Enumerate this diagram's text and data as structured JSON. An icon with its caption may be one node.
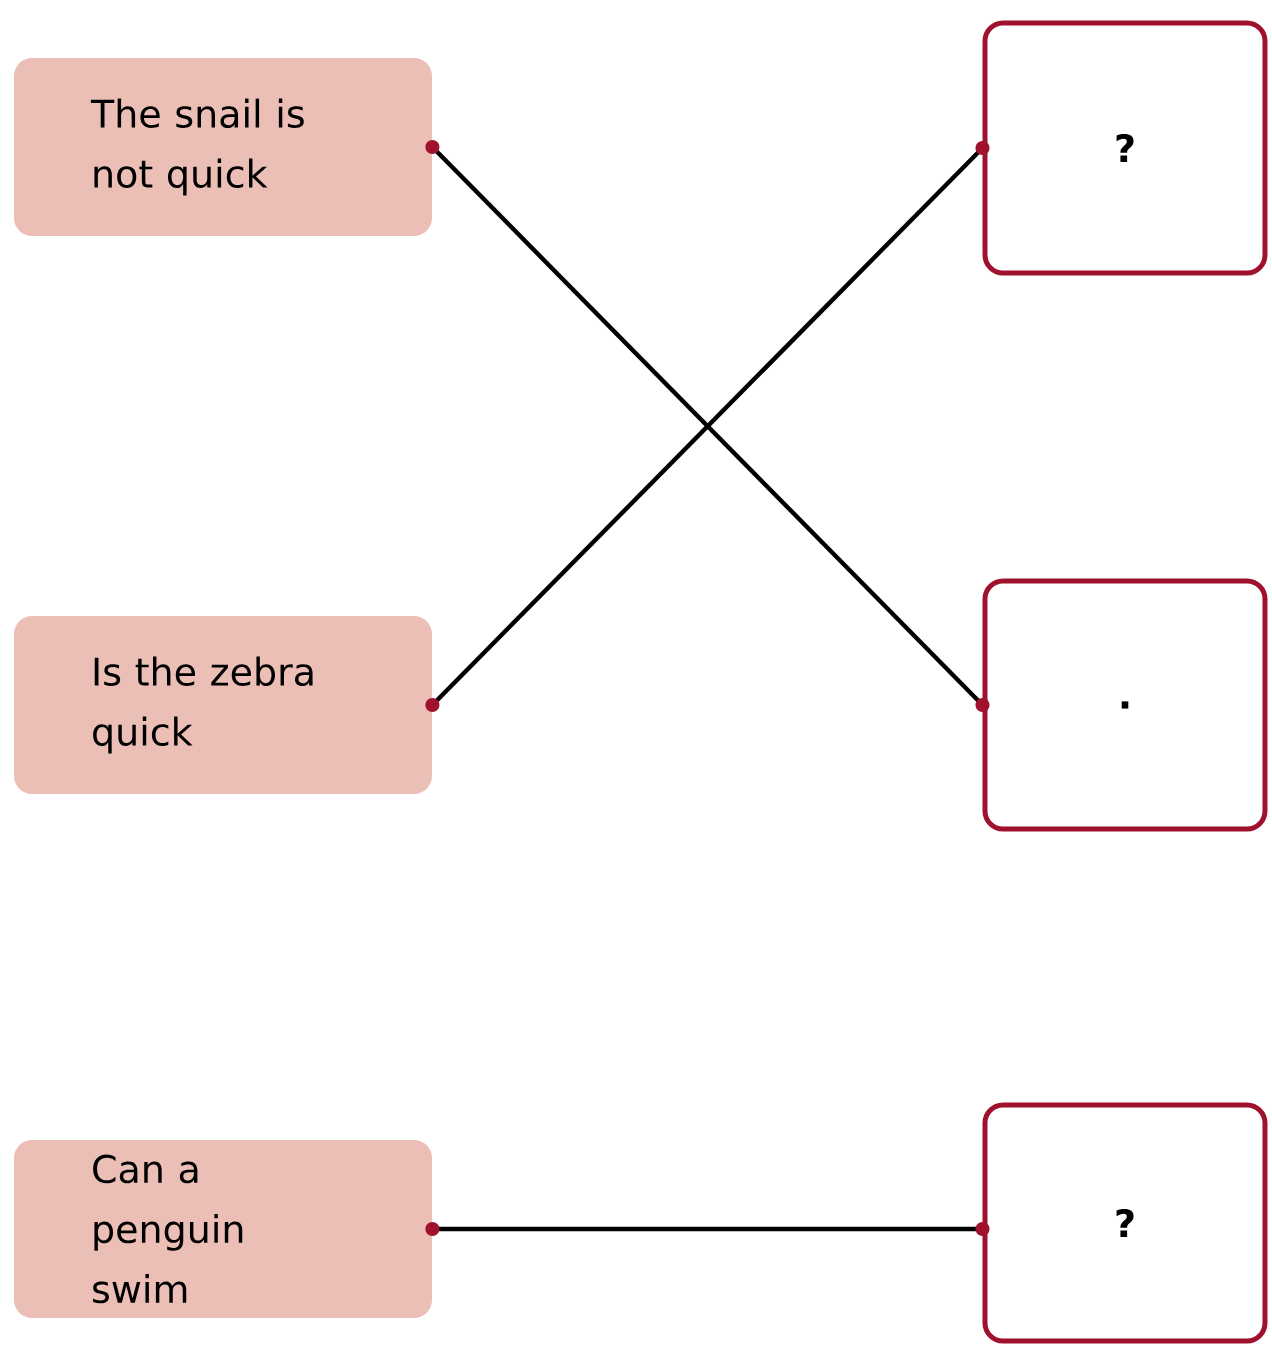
{
  "diagram": {
    "nodes": [
      {
        "text": [
          "The snail is not quick"
        ]
      },
      {
        "text": [
          "?"
        ]
      },
      {
        "text": [
          "Is the zebra quick"
        ]
      },
      {
        "text": [
          "."
        ]
      },
      {
        "text": [
          "Can a penguin swim"
        ]
      },
      {
        "text": [
          "?"
        ]
      }
    ],
    "edges": [
      {
        "from": 0,
        "to": 3,
        "arrow": "other"
      },
      {
        "from": 2,
        "to": 1,
        "arrow": "other"
      },
      {
        "from": 4,
        "to": 5,
        "arrow": "other"
      }
    ]
  }
}
